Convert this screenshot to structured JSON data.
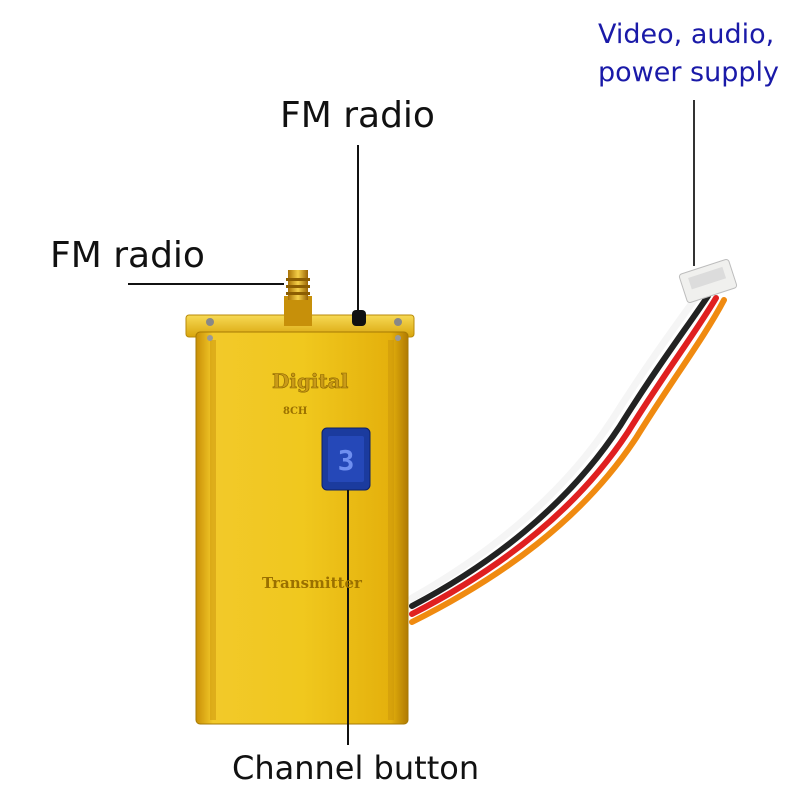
{
  "callouts": {
    "fm_radio_top": "FM radio",
    "fm_radio_left": "FM radio",
    "channel_button": "Channel button",
    "video_audio_power": "Video, audio,\npower supply"
  },
  "device": {
    "brand": "Digital",
    "model": "8CH",
    "type": "Transmitter",
    "display_digit": "3"
  },
  "colors": {
    "body_gold": "#e8b80f",
    "label_blue": "#1a1aa8",
    "display_blue": "#1b3b9e"
  },
  "wires": [
    "white",
    "black",
    "red",
    "orange"
  ]
}
